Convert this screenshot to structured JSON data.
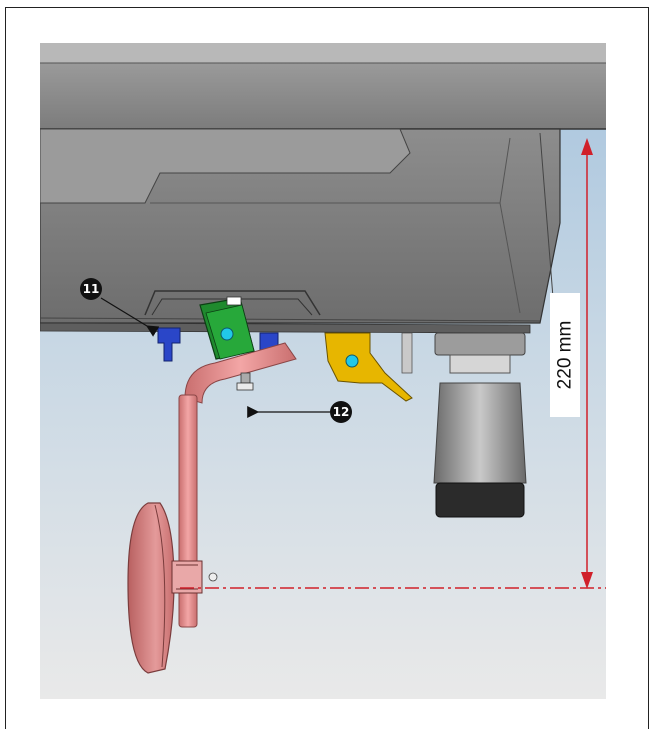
{
  "dimension": {
    "label": "220 mm",
    "color": "#d0202a"
  },
  "callouts": [
    {
      "id": "11",
      "number": "11"
    },
    {
      "id": "12",
      "number": "12"
    }
  ],
  "colors": {
    "background_top": "#a9c6de",
    "background_bottom": "#e8e8e8",
    "table": "#8c8c8c",
    "rod": "#e88e8e",
    "knee_pad": "#d98080",
    "green_bracket": "#1f8a2e",
    "yellow_bracket": "#e7b600",
    "blue_part": "#2a46c8",
    "pivot": "#21c8e8"
  }
}
